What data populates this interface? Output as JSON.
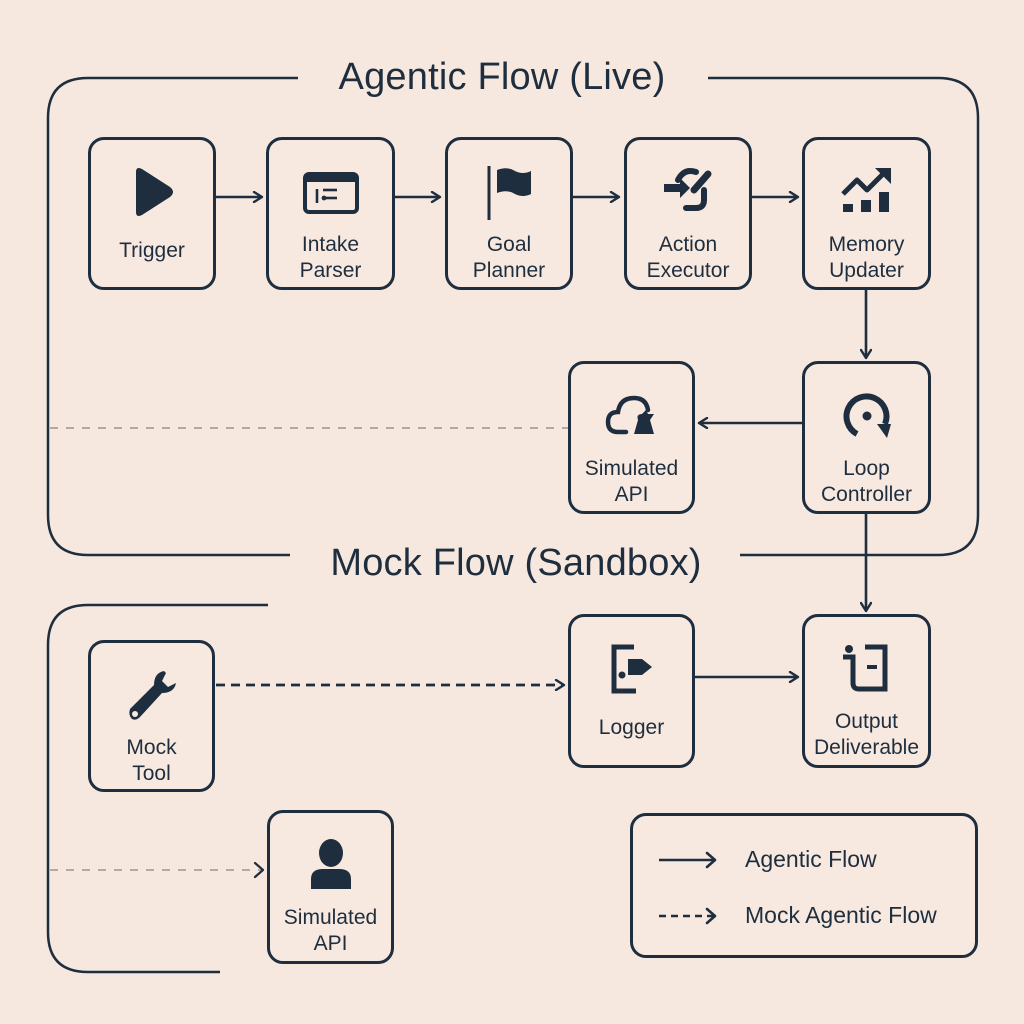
{
  "groups": {
    "live_title": "Agentic Flow (Live)",
    "sandbox_title": "Mock Flow (Sandbox)"
  },
  "nodes": {
    "trigger": {
      "label": "Trigger",
      "icon": "play-icon"
    },
    "intake_parser": {
      "label": "Intake\nParser",
      "icon": "form-icon"
    },
    "goal_planner": {
      "label": "Goal\nPlanner",
      "icon": "flag-icon"
    },
    "action_executor": {
      "label": "Action\nExecutor",
      "icon": "sync-action-icon"
    },
    "memory_updater": {
      "label": "Memory\nUpdater",
      "icon": "trend-chart-icon"
    },
    "simulated_api_live": {
      "label": "Simulated\nAPI",
      "icon": "cloud-rat-icon"
    },
    "loop_controller": {
      "label": "Loop\nController",
      "icon": "loop-icon"
    },
    "logger": {
      "label": "Logger",
      "icon": "log-export-icon"
    },
    "output_deliverable": {
      "label": "Output\nDeliverable",
      "icon": "output-icon"
    },
    "mock_tool": {
      "label": "Mock\nTool",
      "icon": "wrench-icon"
    },
    "simulated_api_mock": {
      "label": "Simulated\nAPI",
      "icon": "user-icon"
    }
  },
  "edges": [
    {
      "from": "Trigger",
      "to": "Intake Parser",
      "style": "solid"
    },
    {
      "from": "Intake Parser",
      "to": "Goal Planner",
      "style": "solid"
    },
    {
      "from": "Goal Planner",
      "to": "Action Executor",
      "style": "solid"
    },
    {
      "from": "Action Executor",
      "to": "Memory Updater",
      "style": "solid"
    },
    {
      "from": "Memory Updater",
      "to": "Loop Controller",
      "style": "solid"
    },
    {
      "from": "Loop Controller",
      "to": "Simulated API",
      "style": "solid"
    },
    {
      "from": "Loop Controller",
      "to": "Output Deliverable",
      "style": "solid"
    },
    {
      "from": "Mock Tool",
      "to": "Logger",
      "style": "dashed"
    },
    {
      "from": "Logger",
      "to": "Output Deliverable",
      "style": "solid"
    },
    {
      "from": "Sandbox boundary",
      "to": "Simulated API (mock)",
      "style": "dashed-gray"
    }
  ],
  "legend": {
    "items": [
      {
        "label": "Agentic Flow",
        "style": "solid"
      },
      {
        "label": "Mock Agentic Flow",
        "style": "dashed"
      }
    ]
  },
  "colors": {
    "background": "#f6e8df",
    "ink": "#1e2e3e",
    "guide_gray": "#b3aaa6"
  }
}
